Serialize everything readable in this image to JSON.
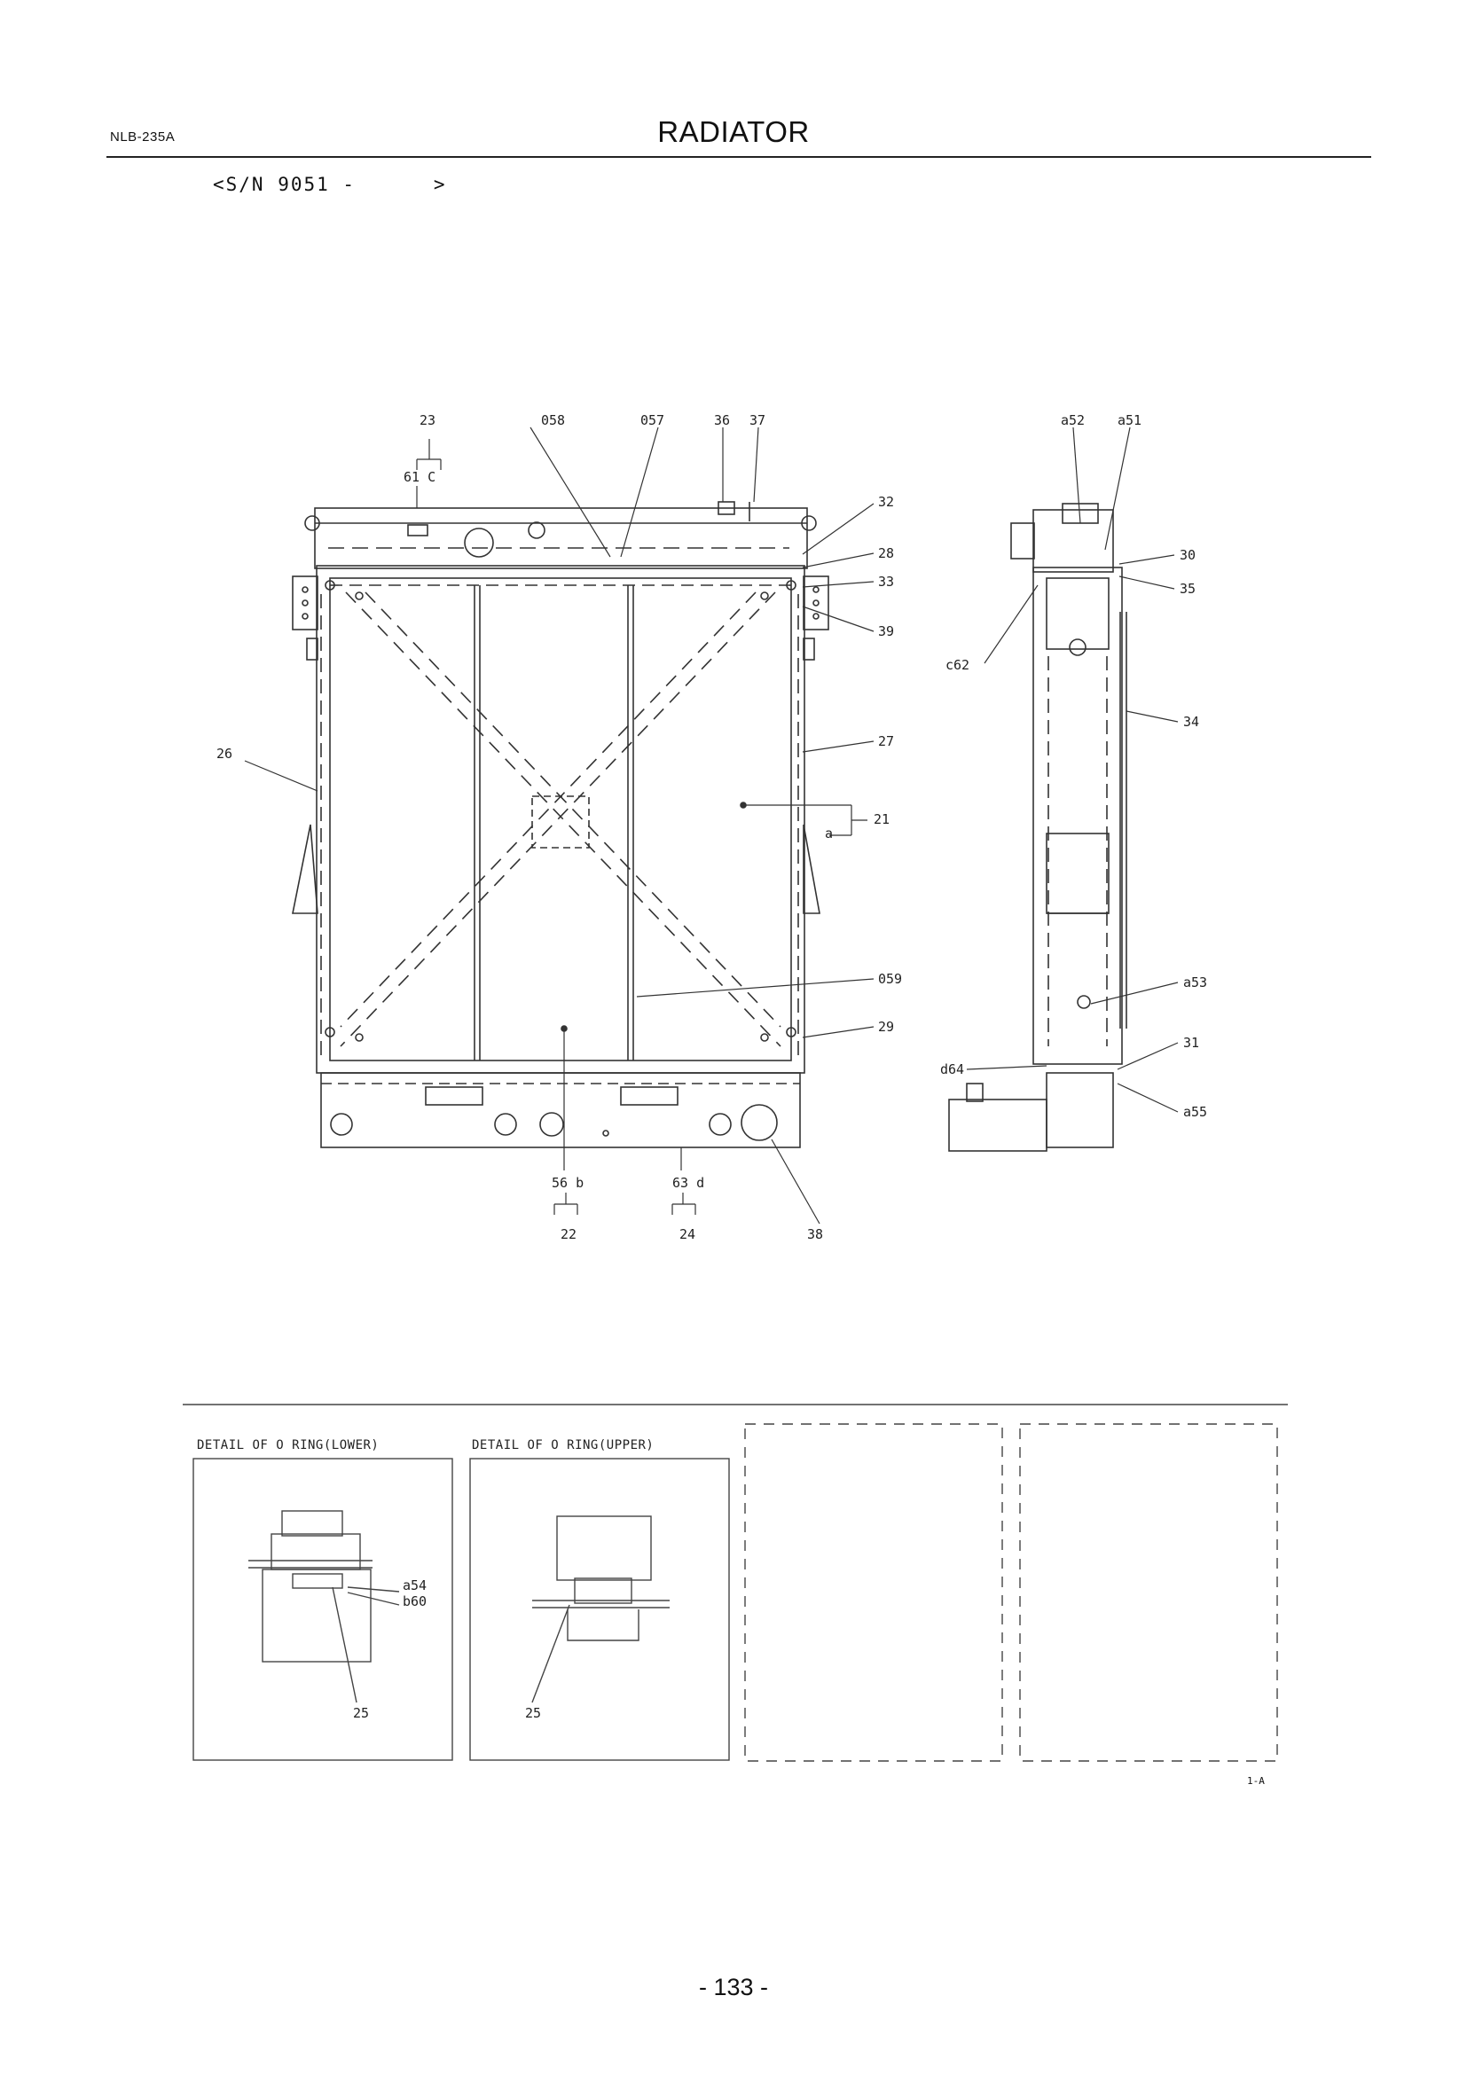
{
  "header": {
    "model_code": "NLB-235A",
    "title": "RADIATOR",
    "serial_range": "<S/N 9051 -      >"
  },
  "callouts": {
    "c23": "23",
    "c61c": "61 C",
    "c058": "058",
    "c057": "057",
    "c36": "36",
    "c37": "37",
    "c32": "32",
    "c28": "28",
    "c33": "33",
    "c39": "39",
    "c27": "27",
    "c21": "21",
    "ca": "a",
    "c26": "26",
    "c059": "059",
    "c29": "29",
    "c56b": "56 b",
    "c63d": "63 d",
    "c22": "22",
    "c24": "24",
    "c38": "38",
    "ca52": "a52",
    "ca51": "a51",
    "c30": "30",
    "c35": "35",
    "cc62": "c62",
    "c34": "34",
    "ca53": "a53",
    "c31": "31",
    "cd64": "d64",
    "ca55": "a55",
    "ca54": "a54",
    "cb60": "b60",
    "c25a": "25",
    "c25b": "25"
  },
  "details": {
    "lower_caption": "DETAIL OF O RING(LOWER)",
    "upper_caption": "DETAIL OF O RING(UPPER)"
  },
  "footer": {
    "revision": "1-A",
    "page_number": "- 133 -"
  }
}
